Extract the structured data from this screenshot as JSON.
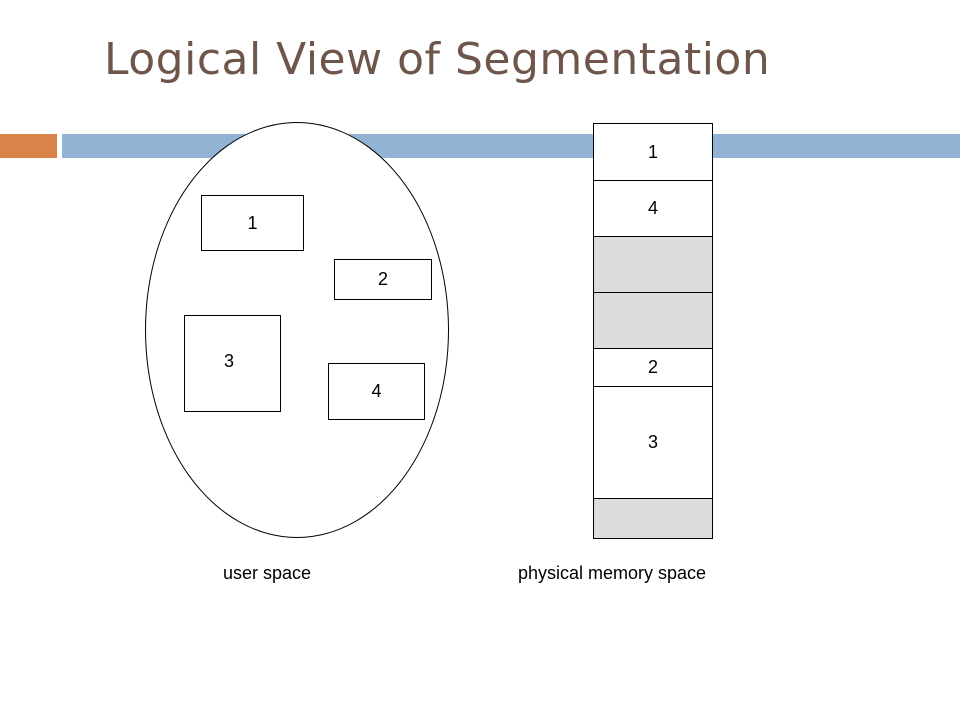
{
  "slide": {
    "title": "Logical View of Segmentation",
    "colors": {
      "title": "#6e564b",
      "accent_bar": "#d9834a",
      "main_bar": "#93b3d4",
      "free_memory": "#dcdcdc"
    }
  },
  "user_space": {
    "caption": "user space",
    "segments": [
      {
        "label": "1"
      },
      {
        "label": "2"
      },
      {
        "label": "3"
      },
      {
        "label": "4"
      }
    ]
  },
  "physical_memory": {
    "caption": "physical memory space",
    "cells": [
      {
        "label": "1",
        "state": "used"
      },
      {
        "label": "4",
        "state": "used"
      },
      {
        "label": "",
        "state": "free"
      },
      {
        "label": "",
        "state": "free"
      },
      {
        "label": "2",
        "state": "used"
      },
      {
        "label": "3",
        "state": "used"
      },
      {
        "label": "",
        "state": "free"
      }
    ]
  }
}
